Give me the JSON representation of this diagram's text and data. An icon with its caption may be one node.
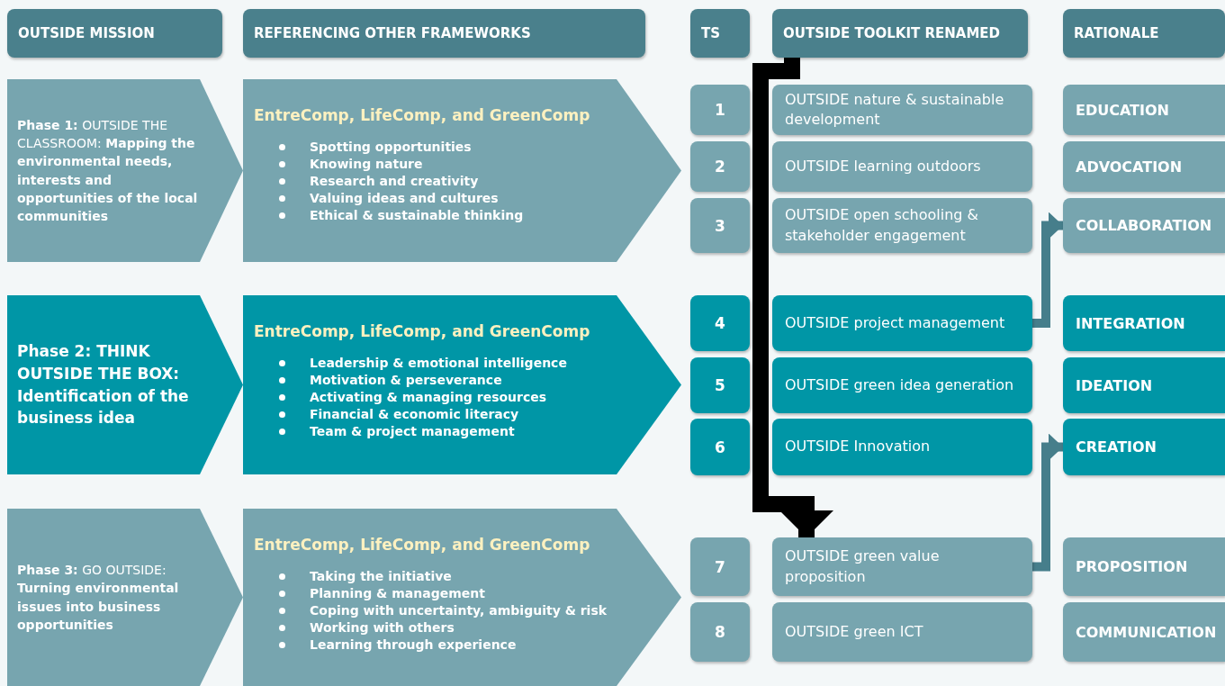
{
  "diagram": {
    "nodes": [
      {
        "text": [
          "OUTSIDE MISSION"
        ]
      },
      {
        "text": [
          "REFERENCING OTHER FRAMEWORKS"
        ]
      },
      {
        "text": [
          "TS"
        ]
      },
      {
        "text": [
          "OUTSIDE TOOLKIT RENAMED"
        ]
      },
      {
        "text": [
          "RATIONALE"
        ]
      },
      {
        "text": [
          "**Phase 1:** OUTSIDE THE CLASSROOM: **Mapping the environmental needs, interests and opportunities of the local communities**"
        ]
      },
      {
        "text": [
          "Phase 2: THINK OUTSIDE THE BOX: Identification of the business idea"
        ]
      },
      {
        "text": [
          "**Phase 3:** GO OUTSIDE: **Turning environmental issues into business opportunities**"
        ]
      },
      {
        "text": [
          "EntreComp, LifeComp, and GreenComp",
          "Spotting opportunities",
          "Knowing nature",
          "Research and creativity",
          "Valuing ideas and cultures",
          "Ethical & sustainable thinking"
        ]
      },
      {
        "text": [
          "EntreComp, LifeComp, and GreenComp",
          "Leadership & emotional intelligence",
          "Motivation & perseverance",
          "Activating & managing resources",
          "Financial & economic literacy",
          "Team & project management"
        ]
      },
      {
        "text": [
          "EntreComp, LifeComp, and GreenComp",
          "Taking the initiative",
          "Planning & management",
          "Coping with uncertainty, ambiguity & risk",
          "Working with others",
          "Learning through experience"
        ]
      },
      {
        "text": [
          "1"
        ]
      },
      {
        "text": [
          "2"
        ]
      },
      {
        "text": [
          "3"
        ]
      },
      {
        "text": [
          "4"
        ]
      },
      {
        "text": [
          "5"
        ]
      },
      {
        "text": [
          "6"
        ]
      },
      {
        "text": [
          "7"
        ]
      },
      {
        "text": [
          "8"
        ]
      },
      {
        "text": [
          "OUTSIDE nature & sustainable development"
        ]
      },
      {
        "text": [
          "OUTSIDE learning outdoors"
        ]
      },
      {
        "text": [
          "OUTSIDE open schooling & stakeholder engagement"
        ]
      },
      {
        "text": [
          "OUTSIDE project management"
        ]
      },
      {
        "text": [
          "OUTSIDE green idea generation"
        ]
      },
      {
        "text": [
          "OUTSIDE Innovation"
        ]
      },
      {
        "text": [
          "OUTSIDE green value proposition"
        ]
      },
      {
        "text": [
          "OUTSIDE green ICT"
        ]
      },
      {
        "text": [
          "EDUCATION"
        ]
      },
      {
        "text": [
          "ADVOCATION"
        ]
      },
      {
        "text": [
          "COLLABORATION"
        ]
      },
      {
        "text": [
          "INTEGRATION"
        ]
      },
      {
        "text": [
          "IDEATION"
        ]
      },
      {
        "text": [
          "CREATION"
        ]
      },
      {
        "text": [
          "PROPOSITION"
        ]
      },
      {
        "text": [
          "COMMUNICATION"
        ]
      }
    ],
    "edges": [
      {
        "from": 3,
        "to": 25,
        "arrow": "to",
        "style": "thick",
        "color": "#000000"
      },
      {
        "from": 22,
        "to": 29,
        "arrow": "to",
        "color": "#467e8b"
      },
      {
        "from": 25,
        "to": 32,
        "arrow": "to",
        "color": "#467e8b"
      }
    ]
  }
}
